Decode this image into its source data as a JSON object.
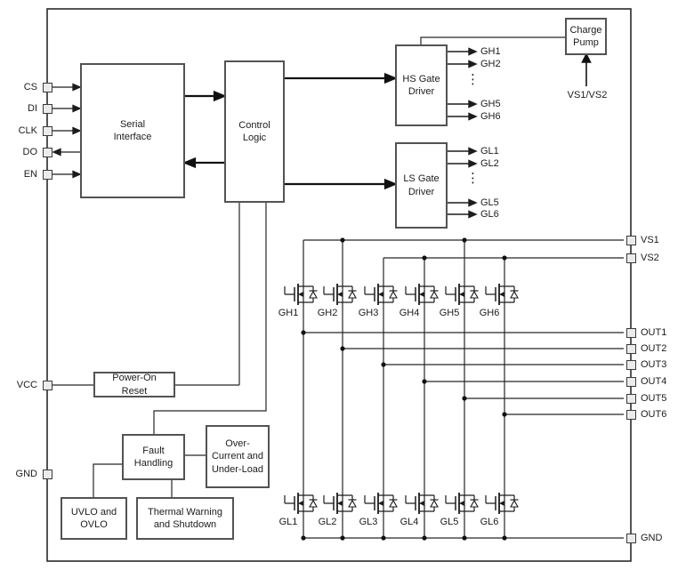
{
  "blocks": {
    "serial_interface": {
      "label": "Serial\nInterface"
    },
    "control_logic": {
      "label": "Control\nLogic"
    },
    "hs_gate_driver": {
      "label": "HS Gate\nDriver"
    },
    "ls_gate_driver": {
      "label": "LS Gate\nDriver"
    },
    "charge_pump": {
      "label": "Charge\nPump"
    },
    "power_on_reset": {
      "label": "Power-On\nReset"
    },
    "fault_handling": {
      "label": "Fault\nHandling"
    },
    "over_current_under_load": {
      "label": "Over-\nCurrent and\nUnder-Load"
    },
    "uvlo_ovlo": {
      "label": "UVLO and\nOVLO"
    },
    "thermal": {
      "label": "Thermal Warning\nand Shutdown"
    }
  },
  "pins": {
    "left": [
      {
        "label": "CS"
      },
      {
        "label": "DI"
      },
      {
        "label": "CLK"
      },
      {
        "label": "DO"
      },
      {
        "label": "EN"
      },
      {
        "label": "VCC"
      },
      {
        "label": "GND"
      }
    ],
    "right": [
      {
        "label": "VS1"
      },
      {
        "label": "VS2"
      },
      {
        "label": "OUT1"
      },
      {
        "label": "OUT2"
      },
      {
        "label": "OUT3"
      },
      {
        "label": "OUT4"
      },
      {
        "label": "OUT5"
      },
      {
        "label": "OUT6"
      },
      {
        "label": "GND"
      }
    ]
  },
  "driver_outputs": {
    "hs": [
      "GH1",
      "GH2",
      "GH5",
      "GH6"
    ],
    "ls": [
      "GL1",
      "GL2",
      "GL5",
      "GL6"
    ],
    "ellipsis": "⋮"
  },
  "transistors": {
    "high_side": [
      "GH1",
      "GH2",
      "GH3",
      "GH4",
      "GH5",
      "GH6"
    ],
    "low_side": [
      "GL1",
      "GL2",
      "GL3",
      "GL4",
      "GL5",
      "GL6"
    ]
  },
  "charge_pump_supply": "VS1/VS2",
  "colors": {
    "wire": "#262626",
    "block_border": "#535356",
    "pin_fill": "#ebebeb",
    "background": "#ffffff"
  }
}
